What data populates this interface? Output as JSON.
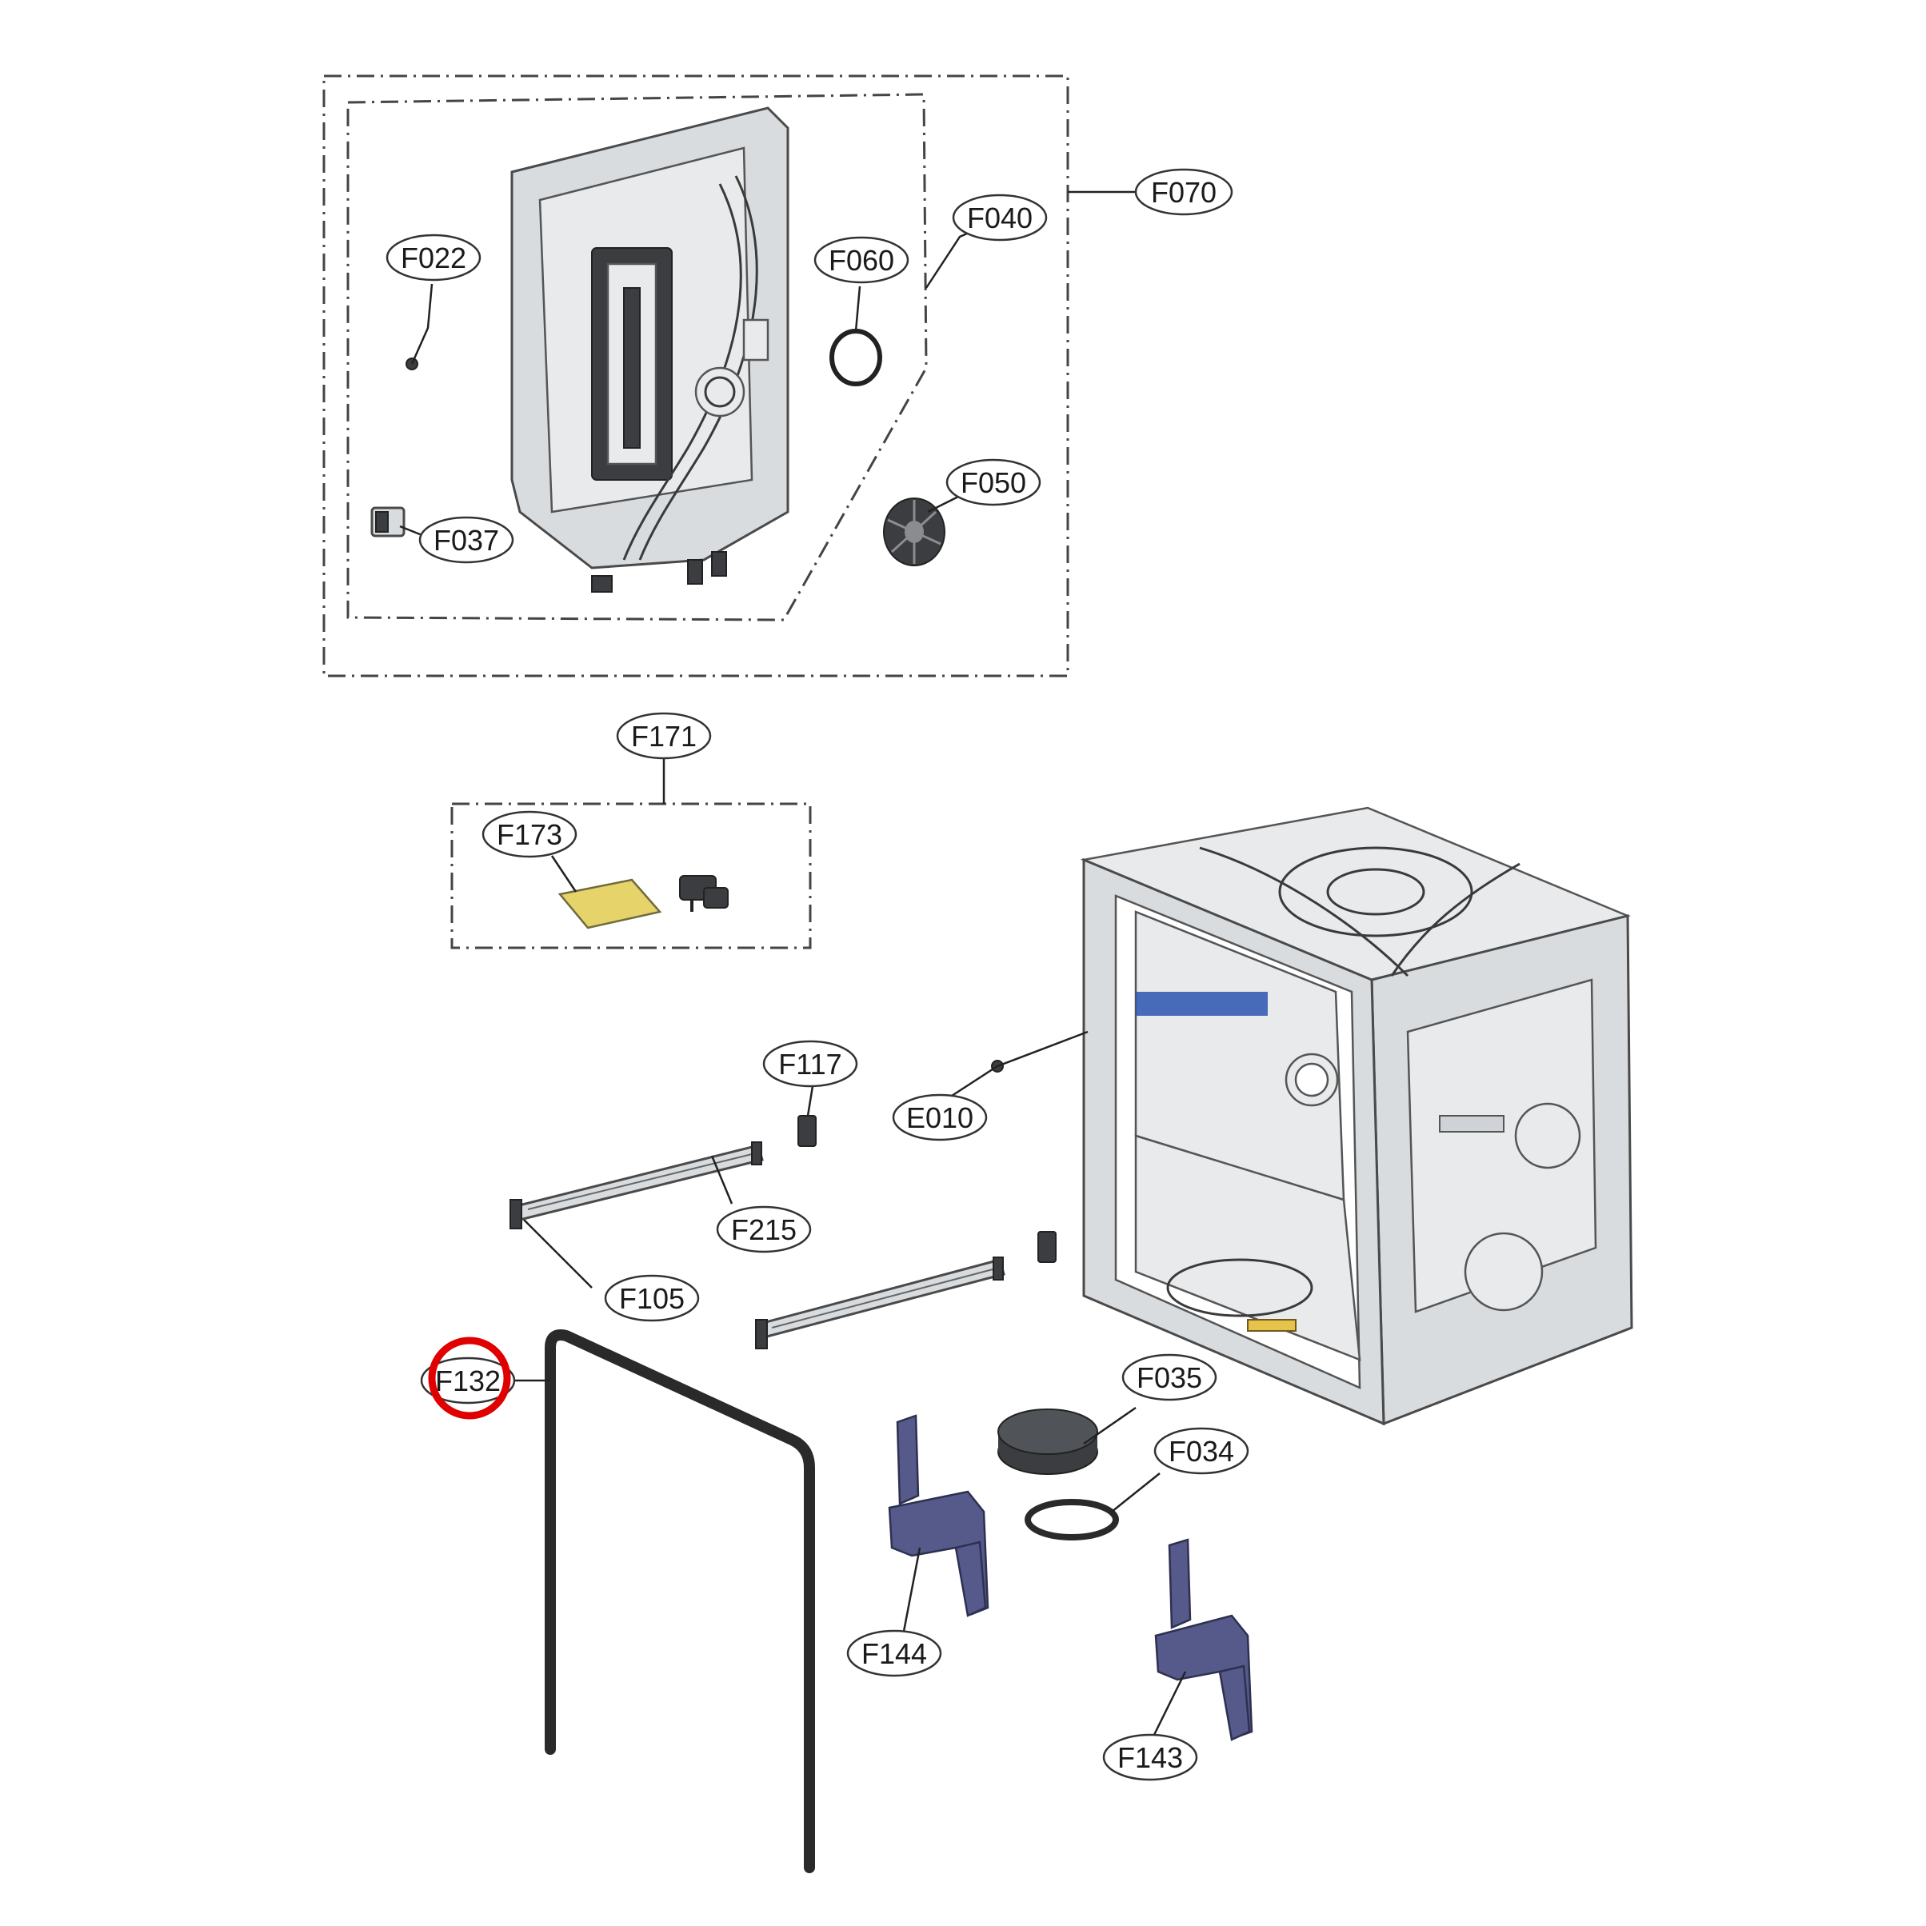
{
  "callouts": {
    "f070": "F070",
    "f040": "F040",
    "f022": "F022",
    "f060": "F060",
    "f050": "F050",
    "f037": "F037",
    "f171": "F171",
    "f173": "F173",
    "f117": "F117",
    "e010": "E010",
    "f215": "F215",
    "f105": "F105",
    "f132": "F132",
    "f035": "F035",
    "f034": "F034",
    "f144": "F144",
    "f143": "F143"
  },
  "colors": {
    "highlight": "#e00000",
    "hinge_blue": "#555a8a",
    "label_yellow": "#e6d36a"
  },
  "highlighted_part": "F132"
}
